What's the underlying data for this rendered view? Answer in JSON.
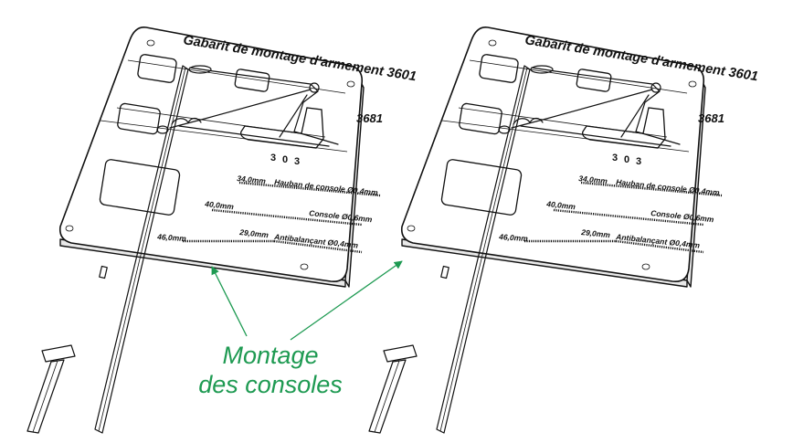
{
  "jigs": [
    {
      "title": "Gabarit de montage d'armement 3601",
      "model_number": "3681",
      "digits": [
        "3",
        "0",
        "3"
      ],
      "rows": [
        {
          "dimension": "34,0mm",
          "label": "Hauban de console Ø0,4mm"
        },
        {
          "dimension": "40,0mm",
          "label": "Console Ø0,6mm"
        },
        {
          "dimension": "46,0mm",
          "dimension2": "29,0mm",
          "label": "Antibalançant Ø0,4mm"
        }
      ]
    },
    {
      "title": "Gabarit de montage d'armement 3601",
      "model_number": "3681",
      "digits": [
        "3",
        "0",
        "3"
      ],
      "rows": [
        {
          "dimension": "34,0mm",
          "label": "Hauban de console Ø0,4mm"
        },
        {
          "dimension": "40,0mm",
          "label": "Console Ø0,6mm"
        },
        {
          "dimension": "46,0mm",
          "dimension2": "29,0mm",
          "label": "Antibalançant Ø0,4mm"
        }
      ]
    }
  ],
  "caption": {
    "line1": "Montage",
    "line2": "des consoles"
  },
  "colors": {
    "caption": "#1e9a52",
    "ink": "#111111"
  }
}
